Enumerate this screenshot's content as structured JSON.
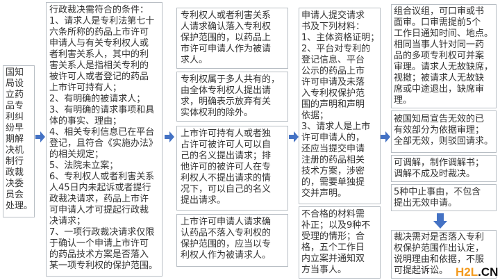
{
  "col1": {
    "text": "国知\n局设\n立药\n品专\n利纠\n纷早\n期解\n决机\n制行\n政裁\n决委\n员会\n处理。"
  },
  "col2": {
    "text": "行政裁决需符合的条件：\n1、请求人是专利法第七十\n六条所称的药品上市许可\n申请人与有关专利权人或\n者利害关系人，其中的利\n害关系人是指相关专利的\n被许可人或者登记的药品\n上市许可持有人；\n2、有明确的被请求人；\n3、有明确的请求事项和具\n体的事实、理由；\n4、相关专利信息已在平台\n登记，且符合《实施办法》\n的相关规定；\n5、法院未立案；\n6、专利权人或者利害关系\n人45日内未起诉或者提行\n政裁决请求，药品上市许\n可申请人才可提起行政裁\n决请求；\n7、一项行政裁决请求仅限\n于确认一个申请上市许可\n的药品技术方案是否落入\n某一项专利权的保护范围。"
  },
  "col3": [
    {
      "text": "专利权人或者利害关系\n人请求确认落入专利权\n保护范围的，以药品上\n市许可申请人作为被请\n求人。"
    },
    {
      "text": "专利权属于多人共有的，\n由全体专利权人提出请\n求，明确表示放弃有关\n实体权利的除外。"
    },
    {
      "text": "上市许可持有人或者独\n占许可被许可人可以自\n己的名义提出请求；排\n他许可的被许可人在专\n利权人不提出请求的情\n况下，可以自己的名义\n提出请求。"
    },
    {
      "text": "上市许可申请人请求确\n认药品不落入专利权的\n保护范围的，应当以专\n利权人作为被请求人。"
    }
  ],
  "col4": [
    {
      "text": "申请人提交请求\n书及下列材料：\n1、主体资格证明；\n2、平台对专利的\n登记信息、平台\n公示的药品上市\n许可申请及未落\n入专利权保护范\n围的声明和声明\n依据；\n3、请求人是上市\n许可申请人的，\n还应当提交申请\n注册的药品相关\n技术方案，涉密\n的，需要单独提\n交并声明。"
    },
    {
      "text": "不合格的材料需\n补正；以及9种不\n受理的情形；合\n格，五个工作日\n内立案并通知双\n方当事人。"
    }
  ],
  "col5": [
    {
      "text": "组合议组，可口审或书\n面审。口审需提前5个\n工作日通知时间、地点。\n相同当事人针对同一药\n品的多项专利权可并案\n审理。请求人无故缺席，\n视撤；被请求人无故缺\n席或中途退出，缺席审\n理。"
    },
    {
      "text": "被国知局宣告无效的已\n有效部分为依据审理；\n全部无效，则驳回请求。"
    },
    {
      "text": "可调解，制作调解书；\n调解不成及时裁决。"
    },
    {
      "text": "5种中止事由，不包含\n提出无效申请。"
    },
    {
      "text": "裁决需对是否落入专利\n权保护范围作出认定，\n说明理由和依据，不服\n可提起诉讼。"
    }
  ],
  "watermark": {
    "part1": "H2L",
    "part2": ".CN"
  },
  "colors": {
    "arrow": "#4472c4",
    "border": "#b8bec4"
  }
}
